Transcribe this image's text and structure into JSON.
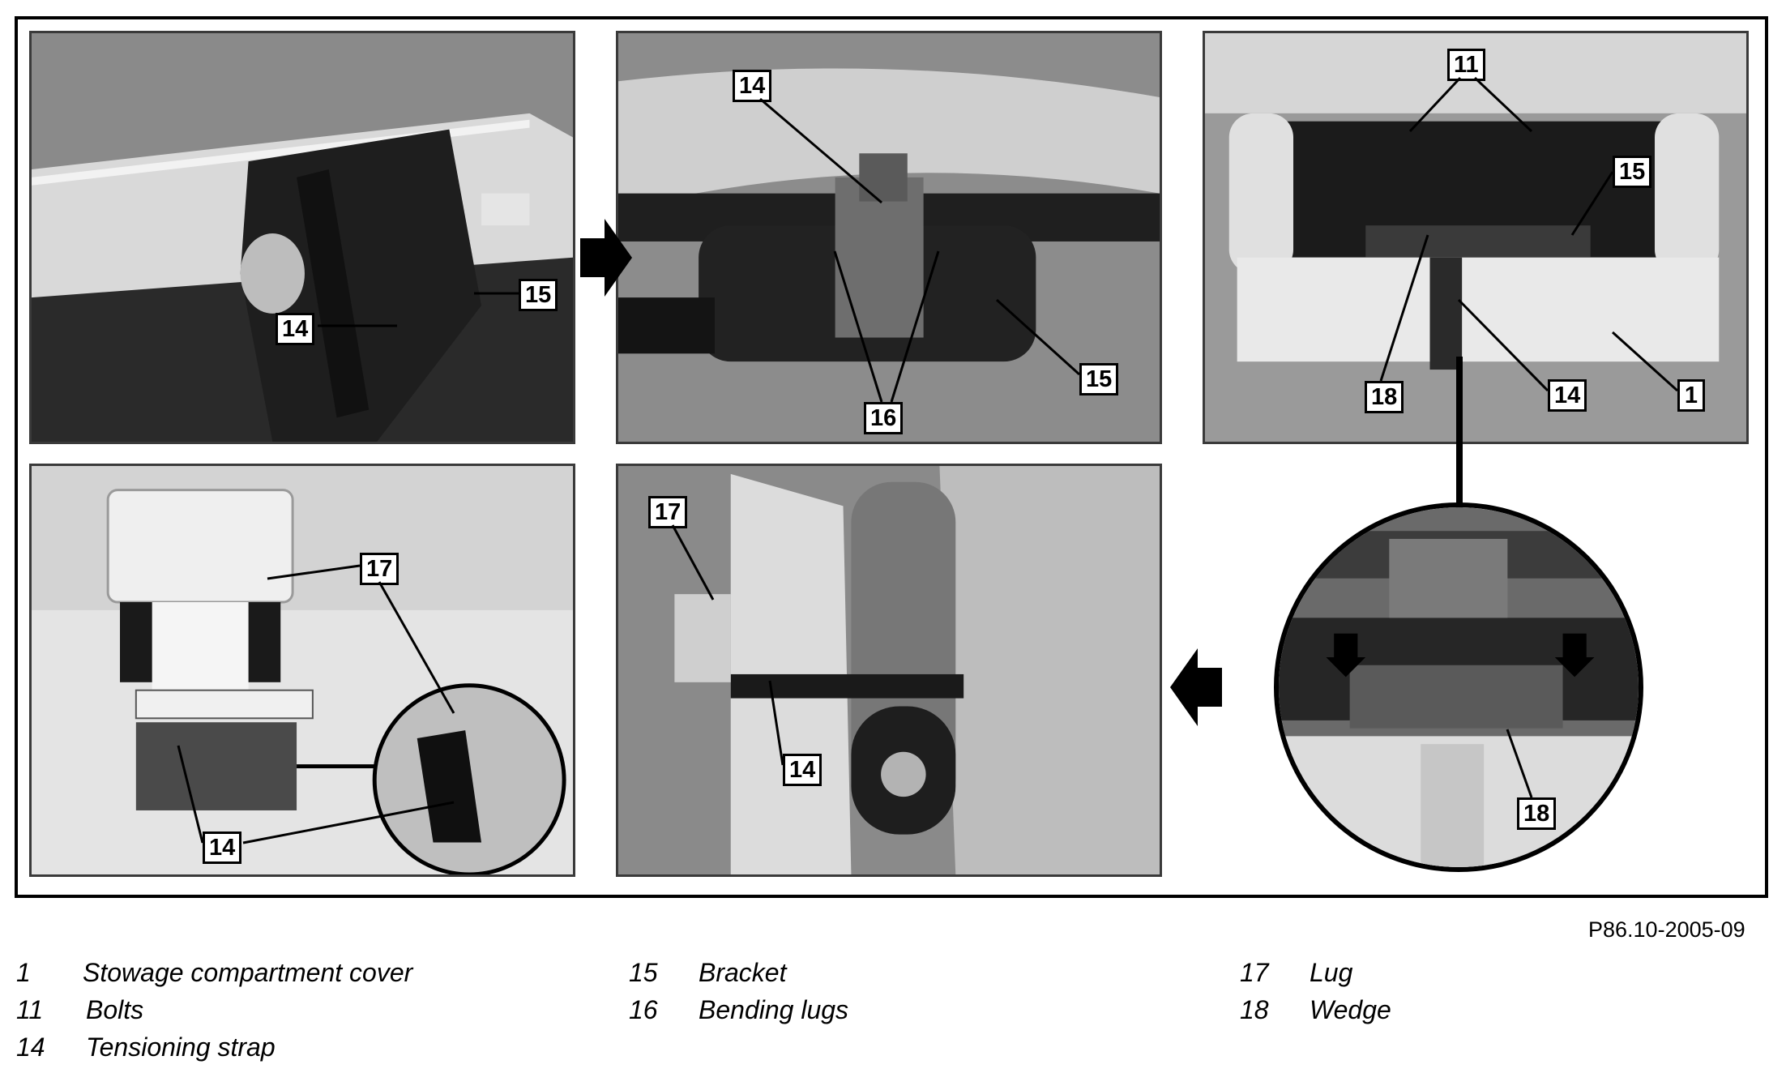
{
  "figure_code": "P86.10-2005-09",
  "callouts": {
    "p1_15": "15",
    "p1_14": "14",
    "p2_14": "14",
    "p2_15": "15",
    "p2_16": "16",
    "p3_11": "11",
    "p3_15": "15",
    "p3_18": "18",
    "p3_14": "14",
    "p3_1": "1",
    "p4_17": "17",
    "p4_14": "14",
    "p5_17": "17",
    "p5_14": "14",
    "detail_18": "18"
  },
  "legend": [
    {
      "num": "1",
      "text": "Stowage compartment cover"
    },
    {
      "num": "11",
      "text": "Bolts"
    },
    {
      "num": "14",
      "text": "Tensioning strap"
    },
    {
      "num": "15",
      "text": "Bracket"
    },
    {
      "num": "16",
      "text": "Bending lugs"
    },
    {
      "num": "17",
      "text": "Lug"
    },
    {
      "num": "18",
      "text": "Wedge"
    }
  ]
}
